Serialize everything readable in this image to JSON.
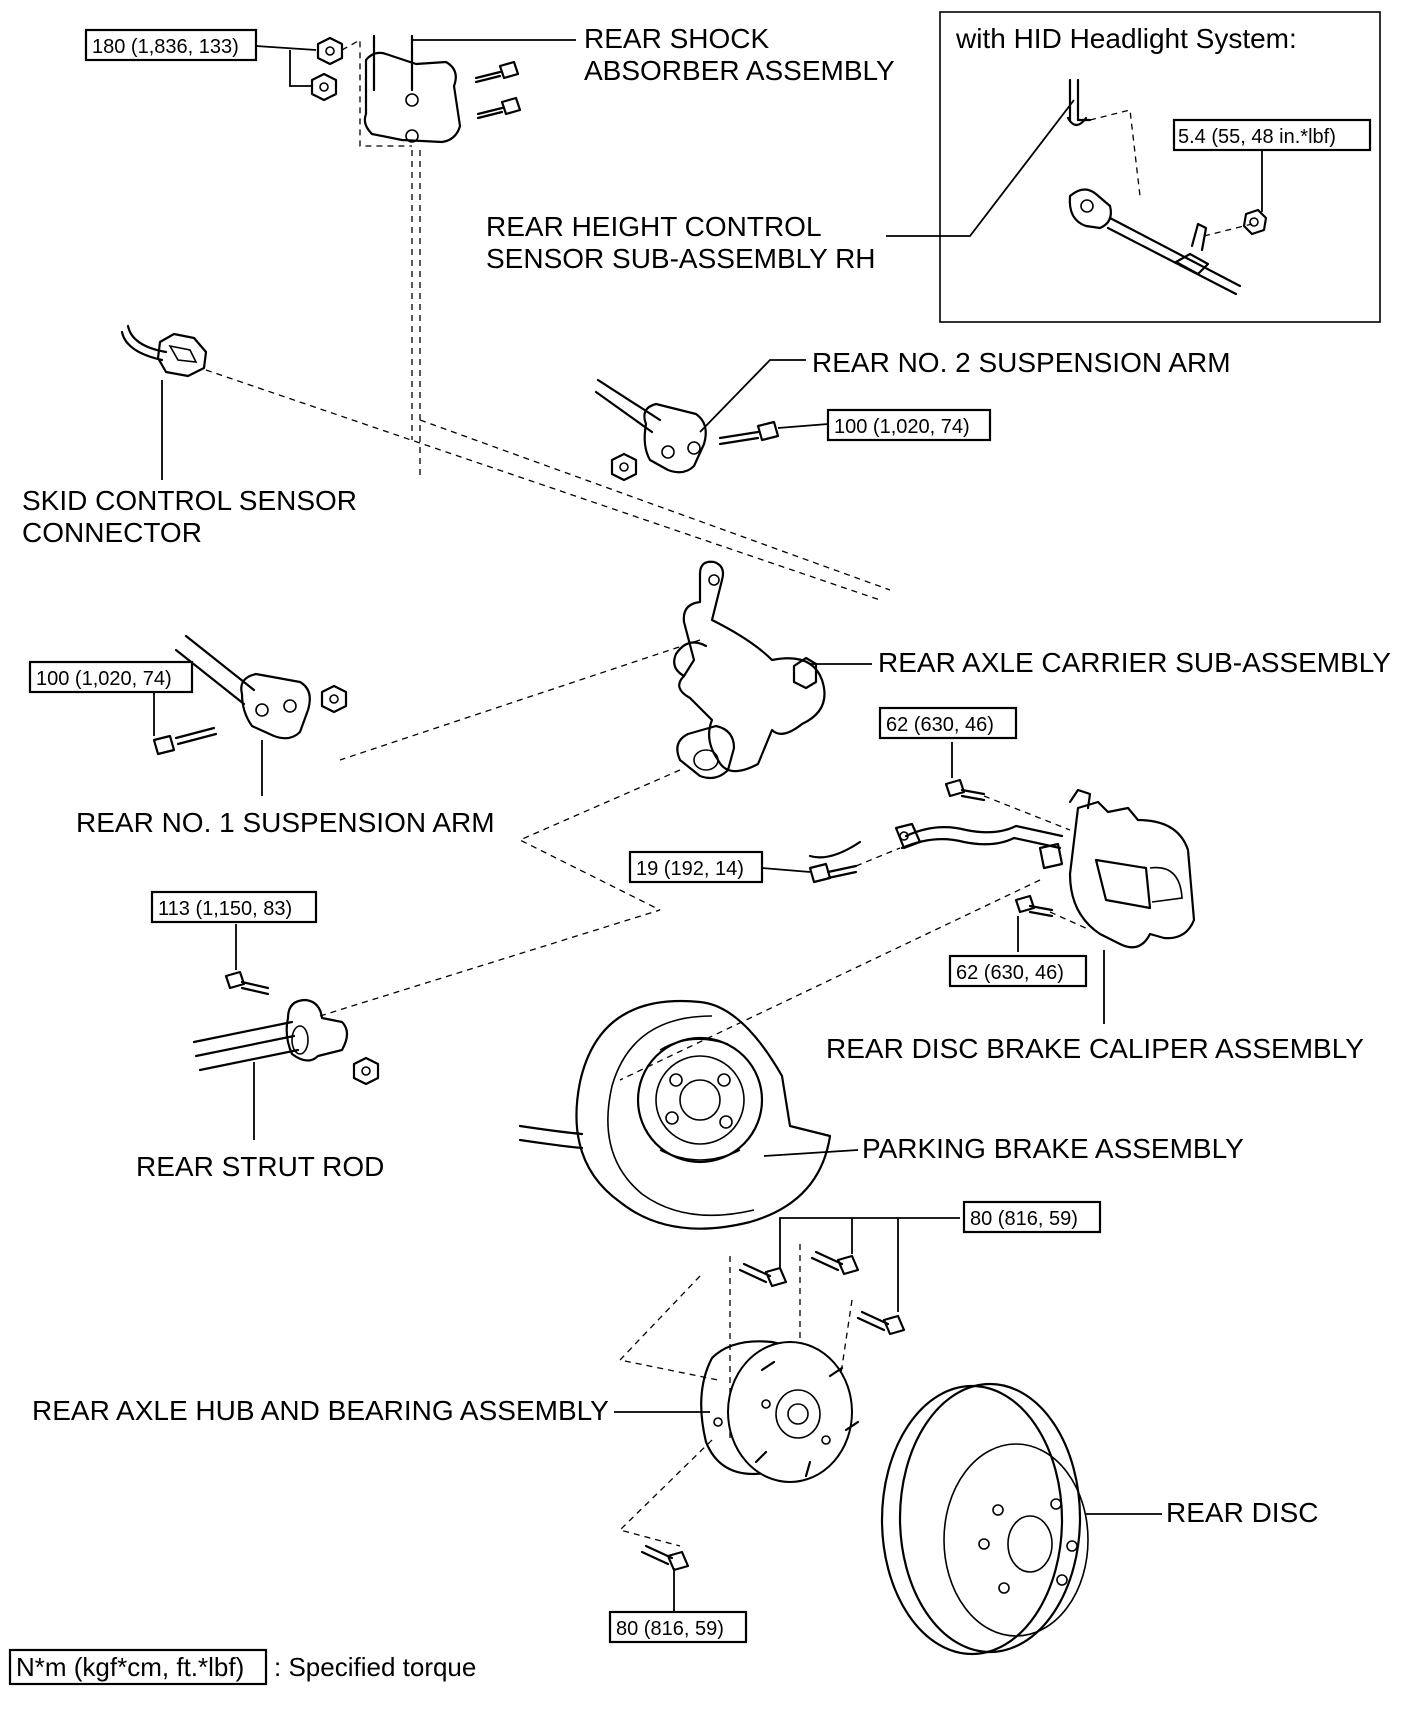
{
  "labels": {
    "rear_shock_absorber": [
      "REAR SHOCK",
      "ABSORBER ASSEMBLY"
    ],
    "hid_title": "with HID Headlight System:",
    "rear_height_control_sensor": [
      "REAR HEIGHT CONTROL",
      "SENSOR SUB-ASSEMBLY RH"
    ],
    "rear_no2_suspension_arm": "REAR NO. 2 SUSPENSION ARM",
    "skid_control_sensor_connector": [
      "SKID CONTROL SENSOR",
      "CONNECTOR"
    ],
    "rear_axle_carrier": "REAR AXLE CARRIER SUB-ASSEMBLY",
    "rear_no1_suspension_arm": "REAR NO. 1 SUSPENSION ARM",
    "rear_disc_brake_caliper": "REAR DISC BRAKE CALIPER ASSEMBLY",
    "rear_strut_rod": "REAR STRUT ROD",
    "parking_brake": "PARKING BRAKE ASSEMBLY",
    "rear_axle_hub_bearing": "REAR AXLE HUB AND BEARING ASSEMBLY",
    "rear_disc": "REAR DISC"
  },
  "torques": {
    "shock_upper": "180 (1,836, 133)",
    "height_sensor_nut": "5.4 (55, 48 in.*lbf)",
    "no2_arm_bolt": "100 (1,020, 74)",
    "no1_arm_bolt": "100 (1,020, 74)",
    "caliper_upper_bolt": "62 (630, 46)",
    "hose_bracket_bolt": "19 (192, 14)",
    "caliper_lower_bolt": "62 (630, 46)",
    "strut_rod_bolt": "113 (1,150, 83)",
    "hub_bolts_upper": "80 (816, 59)",
    "hub_bolt_lower": "80 (816, 59)"
  },
  "legend": {
    "unit_box": "N*m (kgf*cm, ft.*lbf)",
    "description": ": Specified torque"
  },
  "colors": {
    "line": "#000000",
    "background": "#ffffff"
  }
}
